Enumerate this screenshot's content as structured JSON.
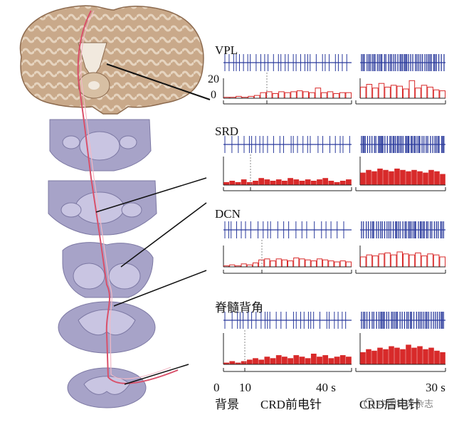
{
  "panels": [
    {
      "label": "VPL",
      "y_top_tick": "20",
      "y_bottom_tick": "0",
      "left_hist_fraction": [
        0.05,
        0.05,
        0.1,
        0.05,
        0.1,
        0.15,
        0.3,
        0.35,
        0.25,
        0.35,
        0.3,
        0.35,
        0.4,
        0.35,
        0.3,
        0.55,
        0.3,
        0.35,
        0.25,
        0.3,
        0.3
      ],
      "right_hist_fraction": [
        0.6,
        0.75,
        0.55,
        0.8,
        0.6,
        0.7,
        0.65,
        0.5,
        0.95,
        0.55,
        0.7,
        0.6,
        0.45,
        0.4
      ],
      "hist_style": "outline"
    },
    {
      "label": "SRD",
      "left_hist_fraction": [
        0.1,
        0.15,
        0.1,
        0.2,
        0.1,
        0.15,
        0.25,
        0.2,
        0.15,
        0.2,
        0.15,
        0.25,
        0.2,
        0.15,
        0.2,
        0.15,
        0.2,
        0.25,
        0.15,
        0.1,
        0.15,
        0.2
      ],
      "right_hist_fraction": [
        0.45,
        0.55,
        0.5,
        0.6,
        0.55,
        0.5,
        0.6,
        0.55,
        0.5,
        0.55,
        0.5,
        0.45,
        0.55,
        0.5,
        0.4
      ],
      "hist_style": "filled"
    },
    {
      "label": "DCN",
      "left_hist_fraction": [
        0.05,
        0.1,
        0.05,
        0.15,
        0.1,
        0.2,
        0.35,
        0.4,
        0.3,
        0.4,
        0.35,
        0.3,
        0.45,
        0.4,
        0.35,
        0.3,
        0.4,
        0.35,
        0.3,
        0.25,
        0.3,
        0.25
      ],
      "right_hist_fraction": [
        0.5,
        0.6,
        0.55,
        0.65,
        0.7,
        0.6,
        0.75,
        0.65,
        0.6,
        0.7,
        0.55,
        0.65,
        0.6,
        0.5
      ],
      "hist_style": "outline"
    },
    {
      "label": "脊髓背角",
      "left_hist_fraction": [
        0.05,
        0.1,
        0.05,
        0.1,
        0.15,
        0.2,
        0.15,
        0.25,
        0.2,
        0.3,
        0.25,
        0.2,
        0.3,
        0.25,
        0.2,
        0.35,
        0.25,
        0.3,
        0.2,
        0.25,
        0.3,
        0.25
      ],
      "right_hist_fraction": [
        0.4,
        0.5,
        0.45,
        0.55,
        0.5,
        0.6,
        0.55,
        0.5,
        0.65,
        0.55,
        0.6,
        0.5,
        0.55,
        0.45,
        0.4
      ],
      "hist_style": "filled"
    }
  ],
  "time_axis": {
    "left_start": "0",
    "left_mark": "10",
    "left_end": "40 s",
    "right_end": "30 s"
  },
  "captions": {
    "background": "背景",
    "pre": "CRD前电针",
    "post": "CRD后电针"
  },
  "watermark": "中国针灸杂志",
  "colors": {
    "spike": "#2a3a9c",
    "hist": "#d82a2a",
    "tract": "#d9506a",
    "brain": "#c9a98a",
    "cord": "#a7a3c8"
  }
}
